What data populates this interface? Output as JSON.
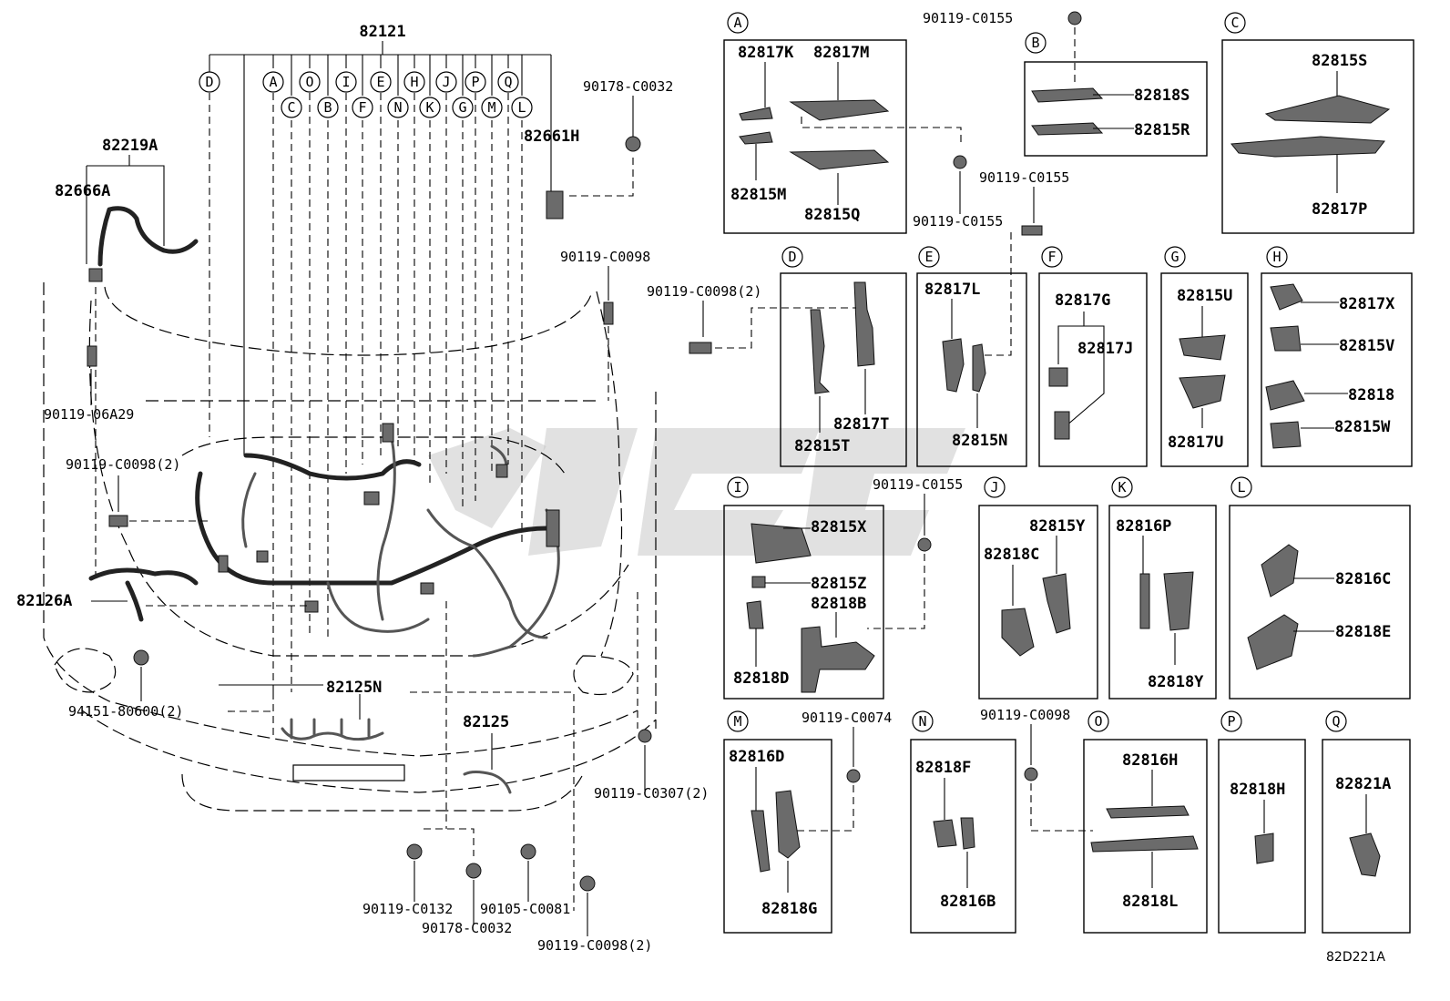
{
  "diagram_code": "82D221A",
  "watermark": "Vige",
  "main": {
    "top_part": "82121",
    "branch_letters_top": [
      "D",
      "A",
      "O",
      "I",
      "E",
      "H",
      "J",
      "P",
      "Q"
    ],
    "branch_letters_bottom": [
      "C",
      "B",
      "F",
      "N",
      "K",
      "G",
      "M",
      "L"
    ],
    "parts": [
      "82661H",
      "82219A",
      "82666A",
      "82126A",
      "82125N",
      "82125"
    ],
    "hardware": [
      "90178-C0032",
      "90119-C0098",
      "90119-06A29",
      "90119-C0098(2)",
      "94151-80600(2)",
      "90119-C0307(2)",
      "90119-C0132",
      "90105-C0081",
      "90178-C0032",
      "90119-C0098(2)"
    ]
  },
  "panels": [
    {
      "letter": "A",
      "parts": [
        "82817K",
        "82817M",
        "82815M",
        "82815Q"
      ]
    },
    {
      "letter": "B",
      "parts": [
        "82818S",
        "82815R"
      ]
    },
    {
      "letter": "C",
      "parts": [
        "82815S",
        "82817P"
      ]
    },
    {
      "letter": "D",
      "parts": [
        "82817T",
        "82815T"
      ]
    },
    {
      "letter": "E",
      "parts": [
        "82817L",
        "82815N"
      ]
    },
    {
      "letter": "F",
      "parts": [
        "82817G",
        "82817J"
      ]
    },
    {
      "letter": "G",
      "parts": [
        "82815U",
        "82817U"
      ]
    },
    {
      "letter": "H",
      "parts": [
        "82817X",
        "82815V",
        "82818",
        "82815W"
      ]
    },
    {
      "letter": "I",
      "parts": [
        "82815X",
        "82815Z",
        "82818B",
        "82818D"
      ]
    },
    {
      "letter": "J",
      "parts": [
        "82815Y",
        "82818C"
      ]
    },
    {
      "letter": "K",
      "parts": [
        "82816P",
        "82818Y"
      ]
    },
    {
      "letter": "L",
      "parts": [
        "82816C",
        "82818E"
      ]
    },
    {
      "letter": "M",
      "parts": [
        "82816D",
        "82818G"
      ]
    },
    {
      "letter": "N",
      "parts": [
        "82818F",
        "82816B"
      ]
    },
    {
      "letter": "O",
      "parts": [
        "82816H",
        "82818L"
      ]
    },
    {
      "letter": "P",
      "parts": [
        "82818H"
      ]
    },
    {
      "letter": "Q",
      "parts": [
        "82821A"
      ]
    }
  ],
  "panel_hardware": [
    "90119-C0155",
    "90119-C0155",
    "90119-C0155",
    "90119-C0098(2)",
    "90119-C0155",
    "90119-C0074",
    "90119-C0098"
  ]
}
